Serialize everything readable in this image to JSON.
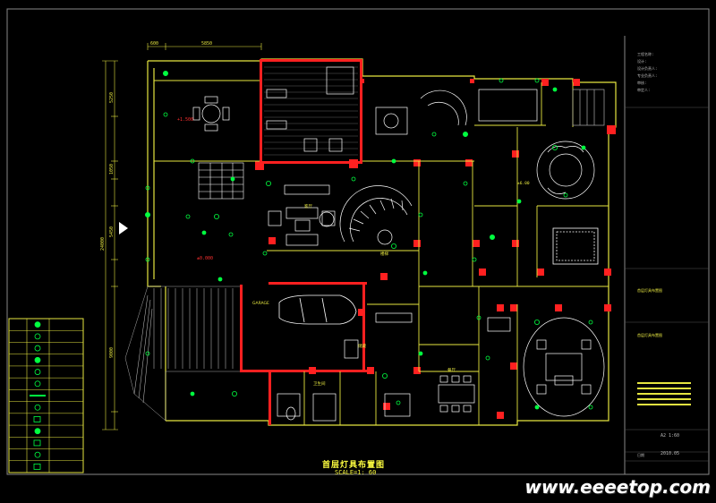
{
  "drawing": {
    "title": "首层灯具布置图",
    "scale": "SCALE=1: 60",
    "level_label_1": "+1.500",
    "level_label_2": "±0.000",
    "level_label_3": "±6.00",
    "dim_top_1": "600",
    "dim_top_2": "5850",
    "dim_left_total": "24000",
    "dim_left_1": "5250",
    "dim_left_2": "1050",
    "dim_left_3": "5450",
    "dim_left_4": "9000",
    "room_labels": [
      "客厅",
      "GARAGE",
      "餐厅",
      "楼梯",
      "储藏",
      "卫生间"
    ],
    "date": "2010.05",
    "sheet_no": "A2  1:60"
  },
  "title_block": {
    "lines": [
      "工程名称:",
      "设计:",
      "设计负责人:",
      "专业负责人:",
      "审核:",
      "审定人:"
    ],
    "project": "首层灯具布置图",
    "date_label": "日期",
    "date": "2010.05"
  },
  "legend": {
    "rows": 13
  },
  "watermark": "www.eeeetop.com",
  "colors": {
    "background": "#000000",
    "wall": "#ff2a2a",
    "line": "#ffff40",
    "furniture": "#ffffff",
    "symbol": "#00ff40"
  }
}
